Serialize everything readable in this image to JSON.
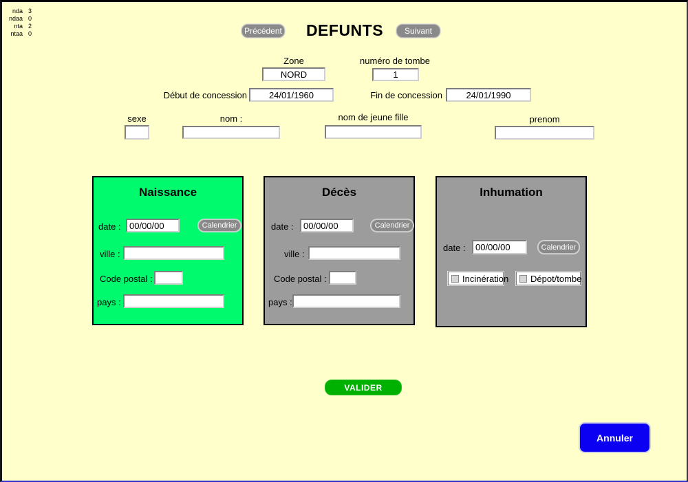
{
  "counters": [
    {
      "label": "nda",
      "value": "3"
    },
    {
      "label": "ndaa",
      "value": "0"
    },
    {
      "label": "nta",
      "value": "2"
    },
    {
      "label": "ntaa",
      "value": "0"
    }
  ],
  "header": {
    "prev_label": "Précédent",
    "title": "DEFUNTS",
    "next_label": "Suivant"
  },
  "concession": {
    "zone_label": "Zone",
    "zone_value": "NORD",
    "tomb_label": "numéro de tombe",
    "tomb_value": "1",
    "start_label": "Début de concession",
    "start_value": "24/01/1960",
    "end_label": "Fin de concession",
    "end_value": "24/01/1990"
  },
  "identity": {
    "sexe_label": "sexe",
    "sexe_value": "",
    "nom_label": "nom :",
    "nom_value": "",
    "jeune_fille_label": "nom de jeune fille",
    "jeune_fille_value": "",
    "prenom_label": "prenom",
    "prenom_value": ""
  },
  "panels": {
    "naissance": {
      "title": "Naissance",
      "date_label": "date :",
      "date_value": "00/00/00",
      "calendar_label": "Calendrier",
      "ville_label": "ville :",
      "ville_value": "",
      "code_postal_label": "Code postal :",
      "code_postal_value": "",
      "pays_label": "pays :",
      "pays_value": ""
    },
    "deces": {
      "title": "Décès",
      "date_label": "date :",
      "date_value": "00/00/00",
      "calendar_label": "Calendrier",
      "ville_label": "ville :",
      "ville_value": "",
      "code_postal_label": "Code postal :",
      "code_postal_value": "",
      "pays_label": "pays :",
      "pays_value": ""
    },
    "inhumation": {
      "title": "Inhumation",
      "date_label": "date :",
      "date_value": "00/00/00",
      "calendar_label": "Calendrier",
      "incineration_label": "Incinération",
      "depot_label": "Dépot/tombe"
    }
  },
  "actions": {
    "valider_label": "VALIDER",
    "annuler_label": "Annuler"
  },
  "colors": {
    "page_bg": "#ffffcc",
    "naissance_bg": "#00fa6e",
    "panel_gray": "#9c9c9c",
    "valider_green": "#01b101",
    "annuler_blue": "#0c00f2",
    "pill_gray": "#8a8a8a"
  }
}
